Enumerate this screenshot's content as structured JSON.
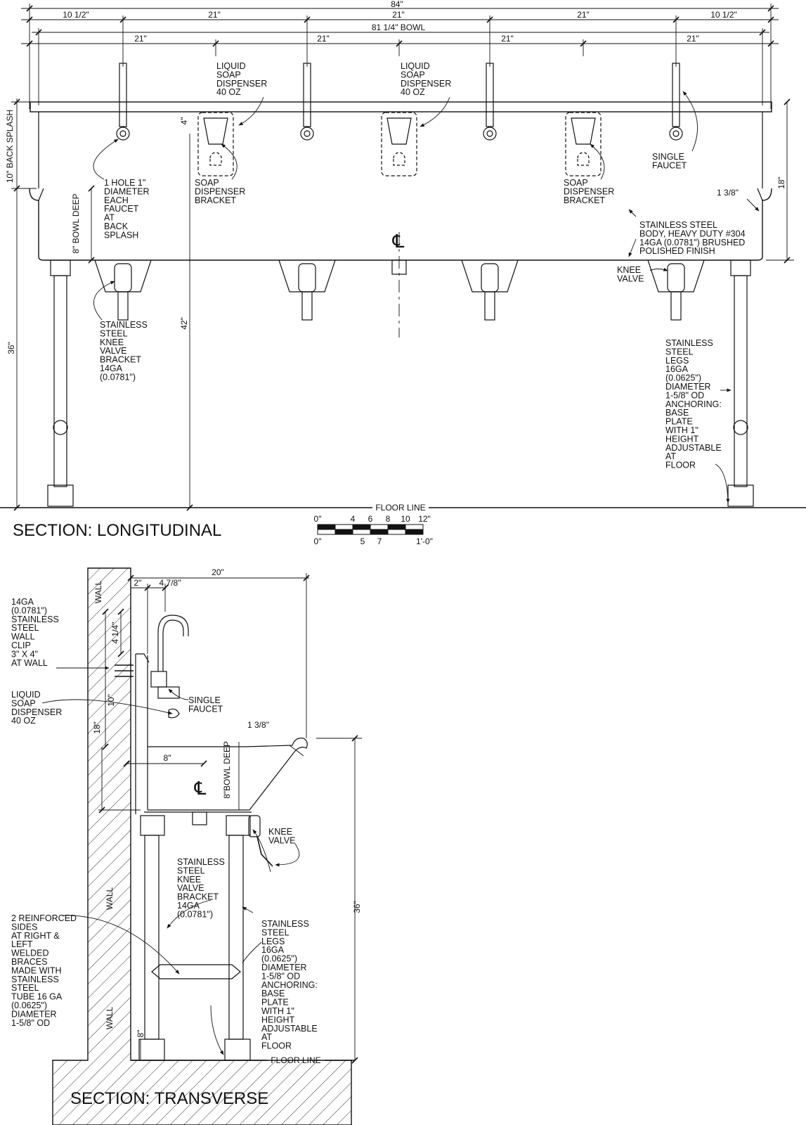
{
  "longitudinal": {
    "title": "SECTION: LONGITUDINAL",
    "dims": {
      "overall": "84\"",
      "end_left": "10 1/2\"",
      "mid_1": "21\"",
      "mid_2": "21\"",
      "mid_3": "21\"",
      "end_right": "10 1/2\"",
      "bowl": "81 1/4\" BOWL",
      "station_1": "21\"",
      "station_2": "21\"",
      "station_3": "21\"",
      "station_4": "21\"",
      "back_splash_height": "10\" BACK SPLASH",
      "bowl_depth": "8\" BOWL DEEP",
      "leg_height": "36\"",
      "total_height": "42\"",
      "dispenser_offset": "4\"",
      "rim": "1 3/8\"",
      "front_height": "18\""
    },
    "labels": {
      "liquid_soap_1": [
        "LIQUID",
        "SOAP",
        "DISPENSER",
        "40 OZ"
      ],
      "liquid_soap_2": [
        "LIQUID",
        "SOAP",
        "DISPENSER",
        "40 OZ"
      ],
      "soap_bracket_1": [
        "SOAP",
        "DISPENSER",
        "BRACKET"
      ],
      "soap_bracket_2": [
        "SOAP",
        "DISPENSER",
        "BRACKET"
      ],
      "single_faucet": [
        "SINGLE",
        "FAUCET"
      ],
      "faucet_hole": [
        "1 HOLE 1\"",
        "DIAMETER",
        "EACH",
        "FAUCET",
        "AT",
        "BACK",
        "SPLASH"
      ],
      "body": [
        "STAINLESS STEEL",
        "BODY, HEAVY DUTY #304",
        "14GA (0.0781\") BRUSHED",
        "POLISHED FINISH"
      ],
      "knee_valve": [
        "KNEE",
        "VALVE"
      ],
      "knee_bracket": [
        "STAINLESS",
        "STEEL",
        "KNEE",
        "VALVE",
        "BRACKET",
        "14GA",
        "(0.0781\")"
      ],
      "legs": [
        "STAINLESS",
        "STEEL",
        "LEGS",
        "16GA",
        "(0.0625\")",
        "DIAMETER",
        "1-5/8\" OD",
        "ANCHORING:",
        "BASE",
        "PLATE",
        "WITH 1\"",
        "HEIGHT",
        "ADJUSTABLE",
        "AT",
        "FLOOR"
      ],
      "floor_line": "FLOOR LINE",
      "centerline": "℄"
    }
  },
  "scale_bar": {
    "top_labels": [
      "0\"",
      "4",
      "6",
      "8",
      "10",
      "12\""
    ],
    "bottom_labels": [
      "0\"",
      "5",
      "7",
      "1'-0\""
    ]
  },
  "transverse": {
    "title": "SECTION: TRANSVERSE",
    "dims": {
      "depth": "20\"",
      "wall_offset": "2\"",
      "faucet_offset": "4 7/8\"",
      "clip_height": "4 1/4\"",
      "back_splash": "10\"",
      "front_height": "18\"",
      "rim": "1 3/8\"",
      "bowl_width": "8\"",
      "bowl_depth": "8\"BOWL DEEP",
      "leg_height": "36\"",
      "foot": "8\""
    },
    "labels": {
      "wall_top": "WALL",
      "wall_mid": "WALL",
      "wall_bottom": "WALL",
      "wall_clip": [
        "14GA",
        "(0.0781\")",
        "STAINLESS",
        "STEEL",
        "WALL",
        "CLIP",
        "3\" X 4\"",
        "AT WALL"
      ],
      "liquid_soap": [
        "LIQUID",
        "SOAP",
        "DISPENSER",
        "40 OZ"
      ],
      "single_faucet": [
        "SINGLE",
        "FAUCET"
      ],
      "knee_valve": [
        "KNEE",
        "VALVE"
      ],
      "knee_bracket": [
        "STAINLESS",
        "STEEL",
        "KNEE",
        "VALVE",
        "BRACKET",
        "14GA",
        "(0.0781\")"
      ],
      "sides": [
        "2 REINFORCED",
        "SIDES",
        "AT RIGHT &",
        "LEFT",
        "WELDED",
        "BRACES",
        "MADE WITH",
        "STAINLESS",
        "STEEL",
        "TUBE 16 GA",
        "(0.0625\")",
        "DIAMETER",
        "1-5/8\" OD"
      ],
      "legs": [
        "STAINLESS",
        "STEEL",
        "LEGS",
        "16GA",
        "(0.0625\")",
        "DIAMETER",
        "1-5/8\" OD",
        "ANCHORING:",
        "BASE",
        "PLATE",
        "WITH 1\"",
        "HEIGHT",
        "ADJUSTABLE",
        "AT",
        "FLOOR"
      ],
      "floor_line": "FLOOR LINE",
      "centerline": "℄"
    }
  }
}
